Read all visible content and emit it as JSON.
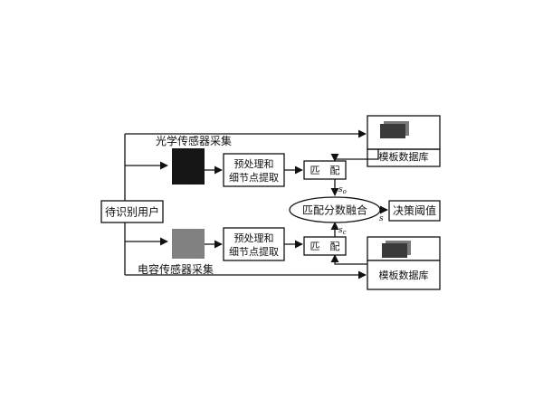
{
  "nodes": {
    "user": "待识别用户",
    "optical_capture": "光学传感器采集",
    "capacitive_capture": "电容传感器采集",
    "preprocess_top_line1": "预处理和",
    "preprocess_top_line2": "细节点提取",
    "preprocess_bottom_line1": "预处理和",
    "preprocess_bottom_line2": "细节点提取",
    "match_top": "匹　配",
    "match_bottom": "匹　配",
    "fusion": "匹配分数融合",
    "decision": "决策阈值",
    "db_top": "模板数据库",
    "db_bottom": "模板数据库"
  },
  "signals": {
    "s_top": "s",
    "s_top_sub": "o",
    "s_bottom": "s",
    "s_bottom_sub": "c",
    "s_out": "s"
  },
  "colors": {
    "line": "#111111",
    "optical_image": "#151515",
    "capacitive_image": "#8a8a8a",
    "db_front": "#3a3a3a",
    "db_back": "#7a7a7a"
  }
}
